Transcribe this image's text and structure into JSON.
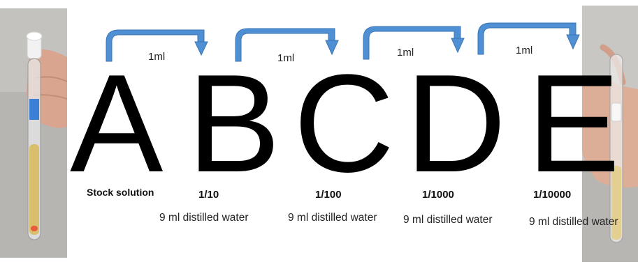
{
  "tubes": [
    {
      "letter": "A",
      "label": "Stock solution",
      "dilution": "",
      "note": ""
    },
    {
      "letter": "B",
      "label": "",
      "dilution": "1/10",
      "note": "9 ml distilled water"
    },
    {
      "letter": "C",
      "label": "",
      "dilution": "1/100",
      "note": "9 ml distilled water"
    },
    {
      "letter": "D",
      "label": "",
      "dilution": "1/1000",
      "note": "9 ml distilled water"
    },
    {
      "letter": "E",
      "label": "",
      "dilution": "1/10000",
      "note": "9 ml distilled water"
    }
  ],
  "transfers": [
    {
      "from": "A",
      "to": "B",
      "volume": "1ml"
    },
    {
      "from": "B",
      "to": "C",
      "volume": "1ml"
    },
    {
      "from": "C",
      "to": "D",
      "volume": "1ml"
    },
    {
      "from": "D",
      "to": "E",
      "volume": "1ml"
    }
  ],
  "colors": {
    "arrow_fill": "#4f8fd3",
    "arrow_stroke": "#3a75b5",
    "liquid": "#d9be6c",
    "text": "#000000"
  }
}
